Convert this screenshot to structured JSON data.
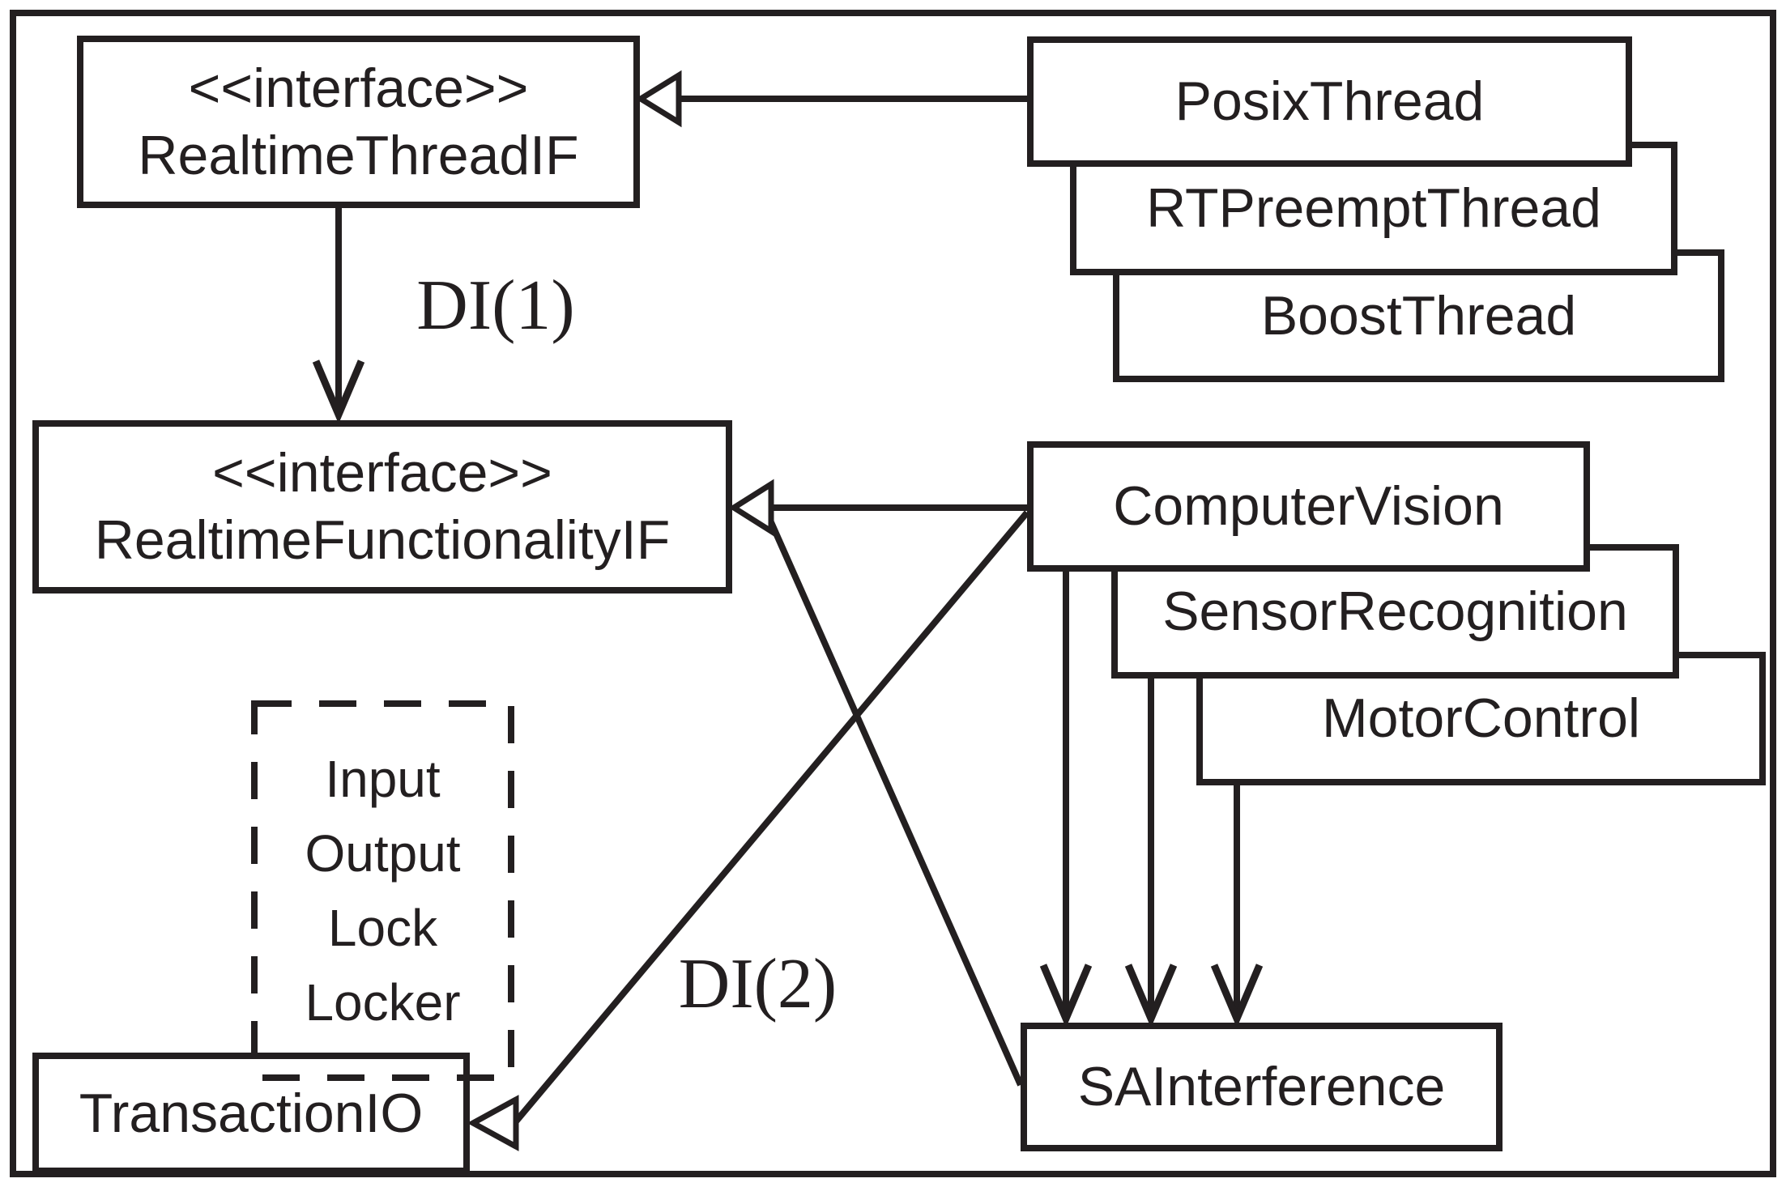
{
  "diagram": {
    "type": "uml-class-diagram",
    "colors": {
      "ink": "#231f20",
      "background": "#ffffff"
    },
    "boxes": {
      "realtime_thread_if": {
        "stereotype": "<<interface>>",
        "name": "RealtimeThreadIF"
      },
      "posix_thread": {
        "name": "PosixThread"
      },
      "rtpreempt_thread": {
        "name": "RTPreemptThread"
      },
      "boost_thread": {
        "name": "BoostThread"
      },
      "realtime_functionality_if": {
        "stereotype": "<<interface>>",
        "name": "RealtimeFunctionalityIF"
      },
      "computer_vision": {
        "name": "ComputerVision"
      },
      "sensor_recognition": {
        "name": "SensorRecognition"
      },
      "motor_control": {
        "name": "MotorControl"
      },
      "sa_interference": {
        "name": "SAInterference"
      },
      "transaction_io": {
        "name": "TransactionIO"
      },
      "io_lock_group": {
        "style": "dashed",
        "lines": [
          "Input",
          "Output",
          "Lock",
          "Locker"
        ]
      }
    },
    "labels": {
      "di1": "DI(1)",
      "di2": "DI(2)"
    },
    "relationships": [
      {
        "from": "PosixThread",
        "to": "RealtimeThreadIF",
        "type": "realization-hollow-triangle"
      },
      {
        "from": "RealtimeThreadIF",
        "to": "RealtimeFunctionalityIF",
        "type": "dependency-open-arrow",
        "label": "DI(1)"
      },
      {
        "from": "ComputerVision",
        "to": "RealtimeFunctionalityIF",
        "type": "realization-hollow-triangle"
      },
      {
        "from": "SAInterference",
        "to": "RealtimeFunctionalityIF",
        "type": "realization-hollow-triangle"
      },
      {
        "from": "ComputerVision",
        "to": "TransactionIO",
        "type": "realization-hollow-triangle",
        "label": "DI(2)"
      },
      {
        "from": "ComputerVision",
        "to": "SAInterference",
        "type": "dependency-open-arrow"
      },
      {
        "from": "SensorRecognition",
        "to": "SAInterference",
        "type": "dependency-open-arrow"
      },
      {
        "from": "MotorControl",
        "to": "SAInterference",
        "type": "dependency-open-arrow"
      }
    ]
  }
}
